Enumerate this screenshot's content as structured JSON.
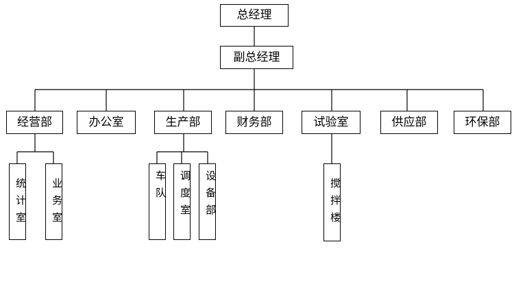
{
  "org_chart": {
    "general_manager": "总经理",
    "deputy_general_manager": "副总经理",
    "departments": {
      "operations": "经营部",
      "office": "办公室",
      "production": "生产部",
      "finance": "财务部",
      "laboratory": "试验室",
      "supply": "供应部",
      "environmental": "环保部"
    },
    "sub_units": {
      "statistics_office": "统计室",
      "business_office": "业务室",
      "fleet": "车队",
      "dispatch_office": "调度室",
      "equipment_department": "设备部",
      "mixing_building": "搅拌楼"
    }
  }
}
